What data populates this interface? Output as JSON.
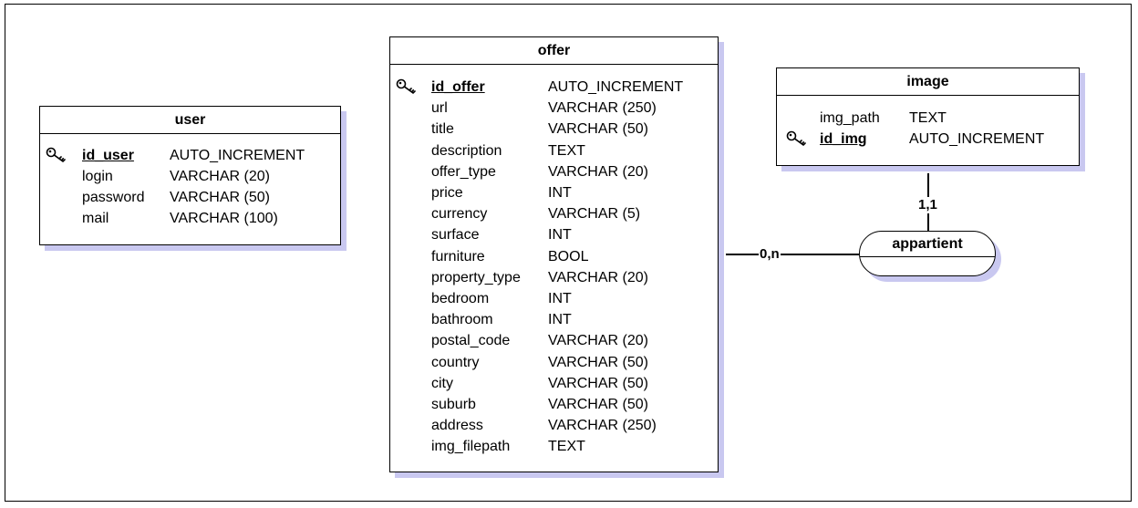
{
  "entities": {
    "user": {
      "title": "user",
      "attributes": [
        {
          "name": "id_user",
          "type": "AUTO_INCREMENT",
          "pk": true
        },
        {
          "name": "login",
          "type": "VARCHAR (20)",
          "pk": false
        },
        {
          "name": "password",
          "type": "VARCHAR (50)",
          "pk": false
        },
        {
          "name": "mail",
          "type": "VARCHAR (100)",
          "pk": false
        }
      ]
    },
    "offer": {
      "title": "offer",
      "attributes": [
        {
          "name": "id_offer",
          "type": "AUTO_INCREMENT",
          "pk": true
        },
        {
          "name": "url",
          "type": "VARCHAR (250)",
          "pk": false
        },
        {
          "name": "title",
          "type": "VARCHAR (50)",
          "pk": false
        },
        {
          "name": "description",
          "type": "TEXT",
          "pk": false
        },
        {
          "name": "offer_type",
          "type": "VARCHAR (20)",
          "pk": false
        },
        {
          "name": "price",
          "type": "INT",
          "pk": false
        },
        {
          "name": "currency",
          "type": "VARCHAR (5)",
          "pk": false
        },
        {
          "name": "surface",
          "type": "INT",
          "pk": false
        },
        {
          "name": "furniture",
          "type": "BOOL",
          "pk": false
        },
        {
          "name": "property_type",
          "type": "VARCHAR (20)",
          "pk": false
        },
        {
          "name": "bedroom",
          "type": "INT",
          "pk": false
        },
        {
          "name": "bathroom",
          "type": "INT",
          "pk": false
        },
        {
          "name": "postal_code",
          "type": "VARCHAR (20)",
          "pk": false
        },
        {
          "name": "country",
          "type": "VARCHAR (50)",
          "pk": false
        },
        {
          "name": "city",
          "type": "VARCHAR (50)",
          "pk": false
        },
        {
          "name": "suburb",
          "type": "VARCHAR (50)",
          "pk": false
        },
        {
          "name": "address",
          "type": "VARCHAR (250)",
          "pk": false
        },
        {
          "name": "img_filepath",
          "type": "TEXT",
          "pk": false
        }
      ]
    },
    "image": {
      "title": "image",
      "attributes": [
        {
          "name": "img_path",
          "type": "TEXT",
          "pk": false
        },
        {
          "name": "id_img",
          "type": "AUTO_INCREMENT",
          "pk": true
        }
      ]
    }
  },
  "relation": {
    "name": "appartient",
    "offer_cardinality": "0,n",
    "image_cardinality": "1,1"
  },
  "colors": {
    "shadow": "#c9c8f0",
    "border": "#000000"
  },
  "icons": {
    "primary_key": "key-icon"
  }
}
